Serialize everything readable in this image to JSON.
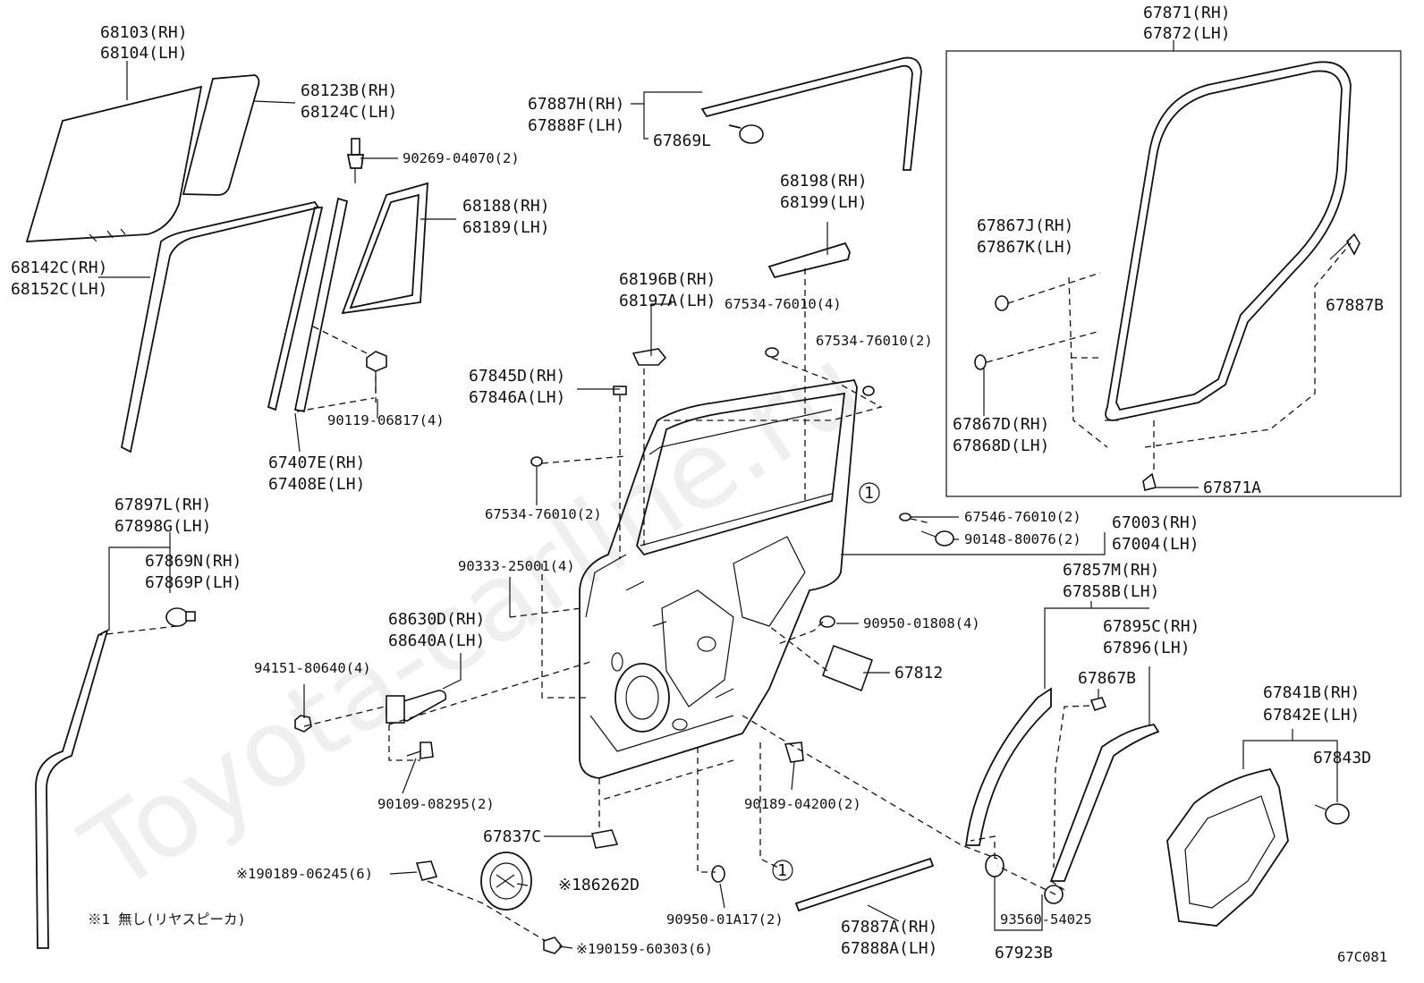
{
  "watermark": "Toyota-carline.ru",
  "figure_code": "67C081",
  "note": "※1 無し(リヤスピーカ)",
  "ref_marker": "1",
  "labels": {
    "p68103": "68103(RH)",
    "p68104": "68104(LH)",
    "p68123": "68123B(RH)",
    "p68124": "68124C(LH)",
    "p90269": "90269-04070(2)",
    "p68188": "68188(RH)",
    "p68189": "68189(LH)",
    "p68142": "68142C(RH)",
    "p68152": "68152C(LH)",
    "p90119": "90119-06817(4)",
    "p67407": "67407E(RH)",
    "p67408": "67408E(LH)",
    "p67887h": "67887H(RH)",
    "p67888f": "67888F(LH)",
    "p67869l": "67869L",
    "p68198": "68198(RH)",
    "p68199": "68199(LH)",
    "p68196": "68196B(RH)",
    "p68197": "68197A(LH)",
    "p67534a": "67534-76010(4)",
    "p67534b": "67534-76010(2)",
    "p67845": "67845D(RH)",
    "p67846": "67846A(LH)",
    "p67534c": "67534-76010(2)",
    "p67871": "67871(RH)",
    "p67872": "67872(LH)",
    "p67867j": "67867J(RH)",
    "p67867k": "67867K(LH)",
    "p67887b": "67887B",
    "p67867d": "67867D(RH)",
    "p67868d": "67868D(LH)",
    "p67871a": "67871A",
    "p67546": "67546-76010(2)",
    "p90148": "90148-80076(2)",
    "p67003": "67003(RH)",
    "p67004": "67004(LH)",
    "p67897": "67897L(RH)",
    "p67898": "67898G(LH)",
    "p67869n": "67869N(RH)",
    "p67869p": "67869P(LH)",
    "p90333": "90333-25001(4)",
    "p67857": "67857M(RH)",
    "p67858": "67858B(LH)",
    "p68630": "68630D(RH)",
    "p68640": "68640A(LH)",
    "p90950a": "90950-01808(4)",
    "p67895": "67895C(RH)",
    "p67896": "67896(LH)",
    "p94151": "94151-80640(4)",
    "p67812": "67812",
    "p67867b": "67867B",
    "p67841": "67841B(RH)",
    "p67842": "67842E(LH)",
    "p67843": "67843D",
    "p90109": "90109-08295(2)",
    "p90189": "90189-04200(2)",
    "p67837": "67837C",
    "p190189": "※190189-06245(6)",
    "p186262": "※186262D",
    "p90950b": "90950-01A17(2)",
    "p93560": "93560-54025",
    "p67887a": "67887A(RH)",
    "p67888a": "67888A(LH)",
    "p190159": "※190159-60303(6)",
    "p67923": "67923B"
  }
}
